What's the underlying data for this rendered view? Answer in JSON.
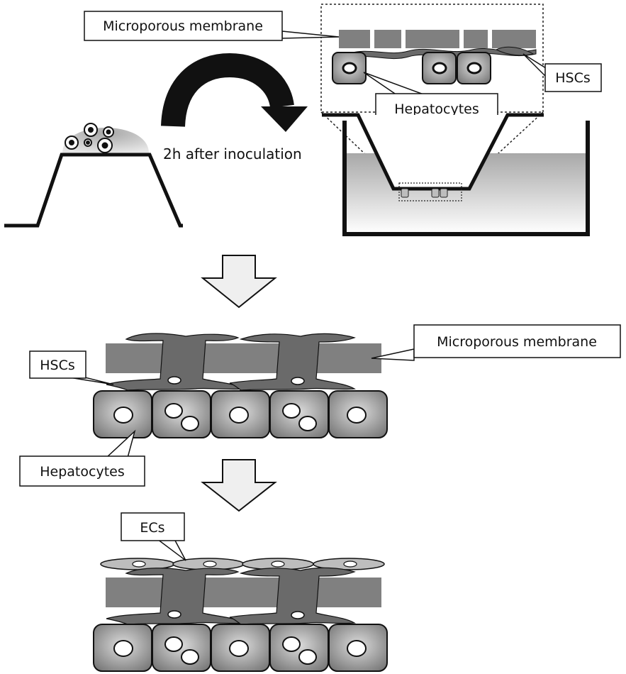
{
  "labels": {
    "membrane_top": "Microporous membrane",
    "hscs_top": "HSCs",
    "hepatocytes_top": "Hepatocytes",
    "inoculation": "2h after inoculation",
    "membrane_mid": "Microporous membrane",
    "hscs_mid": "HSCs",
    "hepatocytes_mid": "Hepatocytes",
    "ecs": "ECs"
  },
  "colors": {
    "membrane": "#808080",
    "cell_dark": "#7d7d7d",
    "cell_light": "#d2d2d2",
    "hsc": "#6a6a6a",
    "ec": "#bdbdbd",
    "arrow_fill": "#efefef",
    "stroke": "#111111"
  }
}
